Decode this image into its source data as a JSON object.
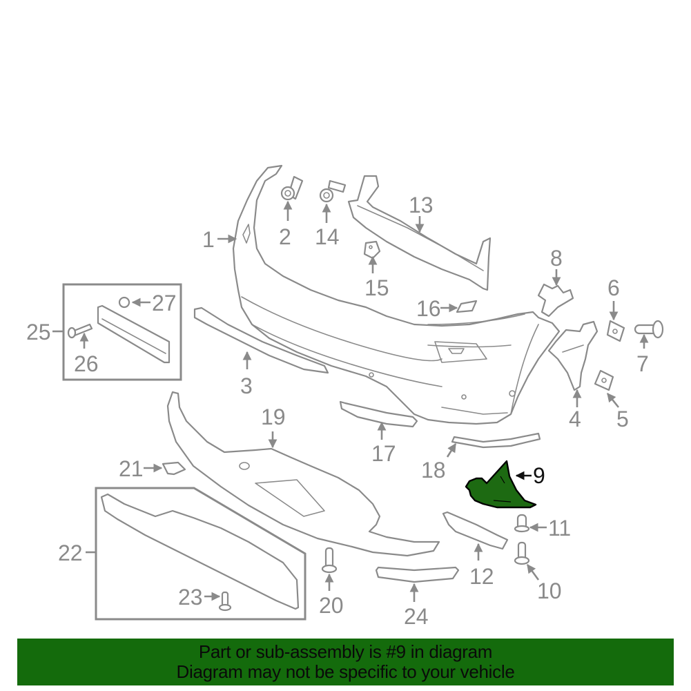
{
  "diagram": {
    "highlighted_part": "9",
    "highlight_color": "#1d6a12",
    "line_color": "#8a8a8a",
    "callouts": [
      {
        "id": "c1",
        "label": "1"
      },
      {
        "id": "c2",
        "label": "2"
      },
      {
        "id": "c3",
        "label": "3"
      },
      {
        "id": "c4",
        "label": "4"
      },
      {
        "id": "c5",
        "label": "5"
      },
      {
        "id": "c6",
        "label": "6"
      },
      {
        "id": "c7",
        "label": "7"
      },
      {
        "id": "c8",
        "label": "8"
      },
      {
        "id": "c9",
        "label": "9"
      },
      {
        "id": "c10",
        "label": "10"
      },
      {
        "id": "c11",
        "label": "11"
      },
      {
        "id": "c12",
        "label": "12"
      },
      {
        "id": "c13",
        "label": "13"
      },
      {
        "id": "c14",
        "label": "14"
      },
      {
        "id": "c15",
        "label": "15"
      },
      {
        "id": "c16",
        "label": "16"
      },
      {
        "id": "c17",
        "label": "17"
      },
      {
        "id": "c18",
        "label": "18"
      },
      {
        "id": "c19",
        "label": "19"
      },
      {
        "id": "c20",
        "label": "20"
      },
      {
        "id": "c21",
        "label": "21"
      },
      {
        "id": "c22",
        "label": "22"
      },
      {
        "id": "c23",
        "label": "23"
      },
      {
        "id": "c24",
        "label": "24"
      },
      {
        "id": "c25",
        "label": "25"
      },
      {
        "id": "c26",
        "label": "26"
      },
      {
        "id": "c27",
        "label": "27"
      }
    ]
  },
  "banner": {
    "background": "#146b0c",
    "line1": "Part or sub-assembly is #9 in diagram",
    "line2": "Diagram may not be specific to your vehicle"
  }
}
